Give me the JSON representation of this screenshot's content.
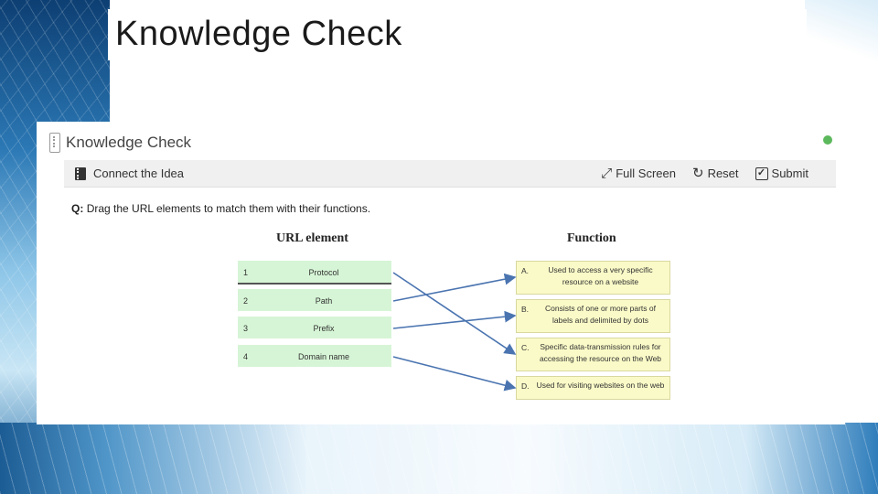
{
  "slide": {
    "title": "Knowledge Check"
  },
  "panel": {
    "title": "Knowledge Check",
    "toolbar": {
      "title": "Connect the Idea",
      "fullscreen_label": "Full Screen",
      "reset_label": "Reset",
      "submit_label": "Submit"
    },
    "question_prefix": "Q:",
    "question_text": "Drag the URL elements to match them with their functions.",
    "left_heading": "URL element",
    "right_heading": "Function",
    "url_elements": [
      {
        "num": "1",
        "label": "Protocol"
      },
      {
        "num": "2",
        "label": "Path"
      },
      {
        "num": "3",
        "label": "Prefix"
      },
      {
        "num": "4",
        "label": "Domain name"
      }
    ],
    "functions": [
      {
        "letter": "A.",
        "text": "Used to access a very specific resource on a website"
      },
      {
        "letter": "B.",
        "text": "Consists of one or more parts of labels and delimited by dots"
      },
      {
        "letter": "C.",
        "text": "Specific data-transmission rules for accessing the resource on the Web"
      },
      {
        "letter": "D.",
        "text": "Used for visiting websites on the web"
      }
    ],
    "matches": [
      {
        "from": "1",
        "to": "C."
      },
      {
        "from": "2",
        "to": "A."
      },
      {
        "from": "3",
        "to": "B."
      },
      {
        "from": "4",
        "to": "D."
      }
    ],
    "colors": {
      "url_item_bg": "#d6f5d6",
      "function_item_bg": "#fafac8",
      "connector": "#4a74b0",
      "status_dot": "#5cb85c"
    }
  }
}
